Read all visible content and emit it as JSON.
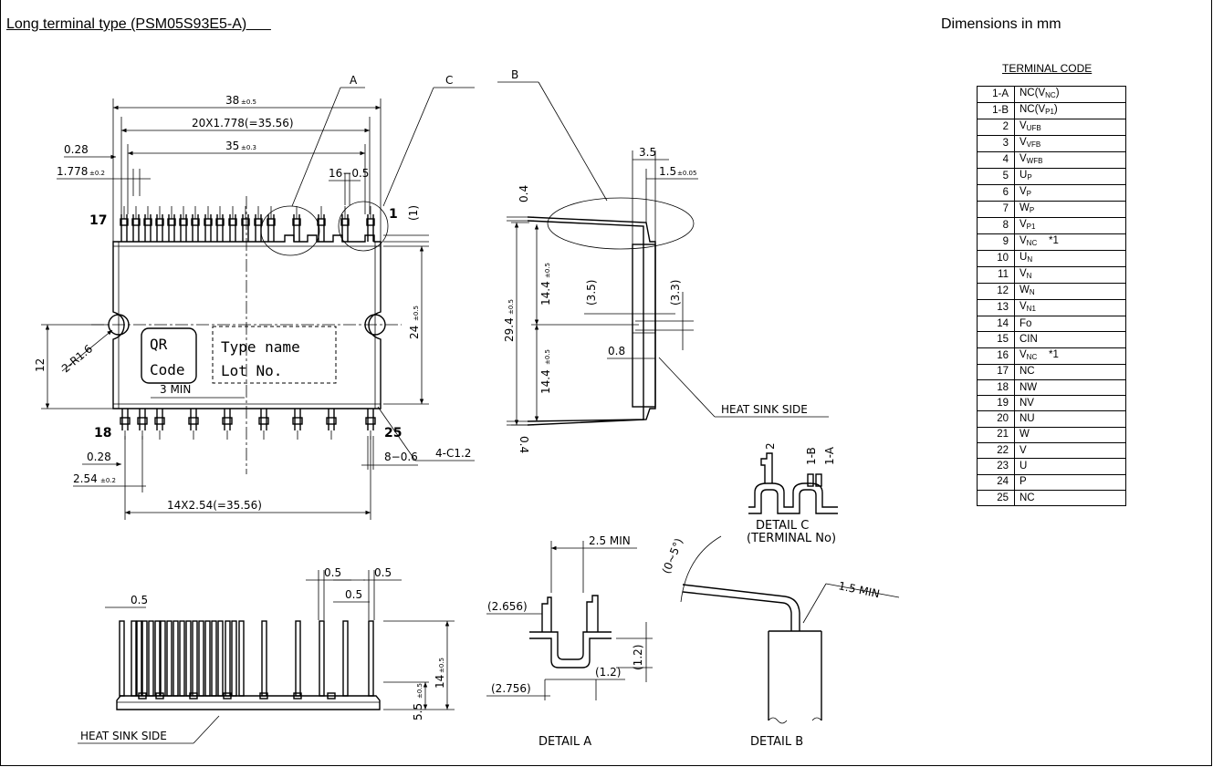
{
  "header": {
    "title": "Long terminal type (PSM05S93E5-A)      ",
    "units": "Dimensions in mm"
  },
  "terminal_code": {
    "title": "TERMINAL CODE",
    "rows": [
      {
        "no": "1-A",
        "base": "NC(V",
        "sub": "NC",
        "tail": ")"
      },
      {
        "no": "1-B",
        "base": "NC(V",
        "sub": "P1",
        "tail": ")"
      },
      {
        "no": "2",
        "base": "V",
        "sub": "UFB",
        "tail": ""
      },
      {
        "no": "3",
        "base": "V",
        "sub": "VFB",
        "tail": ""
      },
      {
        "no": "4",
        "base": "V",
        "sub": "WFB",
        "tail": ""
      },
      {
        "no": "5",
        "base": "U",
        "sub": "P",
        "tail": ""
      },
      {
        "no": "6",
        "base": "V",
        "sub": "P",
        "tail": ""
      },
      {
        "no": "7",
        "base": "W",
        "sub": "P",
        "tail": ""
      },
      {
        "no": "8",
        "base": "V",
        "sub": "P1",
        "tail": ""
      },
      {
        "no": "9",
        "base": "V",
        "sub": "NC",
        "tail": "    *1"
      },
      {
        "no": "10",
        "base": "U",
        "sub": "N",
        "tail": ""
      },
      {
        "no": "11",
        "base": "V",
        "sub": "N",
        "tail": ""
      },
      {
        "no": "12",
        "base": "W",
        "sub": "N",
        "tail": ""
      },
      {
        "no": "13",
        "base": "V",
        "sub": "N1",
        "tail": ""
      },
      {
        "no": "14",
        "base": "Fo",
        "sub": "",
        "tail": ""
      },
      {
        "no": "15",
        "base": "CIN",
        "sub": "",
        "tail": ""
      },
      {
        "no": "16",
        "base": "V",
        "sub": "NC",
        "tail": "    *1"
      },
      {
        "no": "17",
        "base": "NC",
        "sub": "",
        "tail": ""
      },
      {
        "no": "18",
        "base": "NW",
        "sub": "",
        "tail": ""
      },
      {
        "no": "19",
        "base": "NV",
        "sub": "",
        "tail": ""
      },
      {
        "no": "20",
        "base": "NU",
        "sub": "",
        "tail": ""
      },
      {
        "no": "21",
        "base": "W",
        "sub": "",
        "tail": ""
      },
      {
        "no": "22",
        "base": "V",
        "sub": "",
        "tail": ""
      },
      {
        "no": "23",
        "base": "U",
        "sub": "",
        "tail": ""
      },
      {
        "no": "24",
        "base": "P",
        "sub": "",
        "tail": ""
      },
      {
        "no": "25",
        "base": "NC",
        "sub": "",
        "tail": ""
      }
    ]
  },
  "top_view": {
    "dim_38": "38",
    "tol_38": "±0.5",
    "dim_pitch_top": "20X1.778(=35.56)",
    "dim_35": "35",
    "tol_35": "±0.3",
    "dim_028_top": "0.28",
    "dim_1778": "1.778",
    "tol_1778": "±0.2",
    "dim_16": "16−0.5",
    "dim_1": "(1)",
    "pin_17": "17",
    "pin_1": "1",
    "pin_18": "18",
    "pin_25": "25",
    "dim_24": "24",
    "tol_24": "±0.5",
    "dim_12": "12",
    "radius": "2-R1.6",
    "qr_line1": "QR",
    "qr_line2": "Code",
    "type_name": "Type name",
    "lot_no": "Lot No.",
    "dim_3min": "3 MIN",
    "dim_028_bot": "0.28",
    "dim_254": "2.54",
    "tol_254": "±0.2",
    "dim_pitch_bot": "14X2.54(=35.56)",
    "dim_08_06": "8−0.6",
    "chamfer": "4-C1.2",
    "callout_a": "A",
    "callout_c": "C"
  },
  "side_view": {
    "callout_b": "B",
    "dim_35": "3.5",
    "dim_15": "1.5",
    "tol_15": "±0.05",
    "dim_04_top": "0.4",
    "dim_294": "29.4",
    "tol_294": "±0.5",
    "dim_144_top": "14.4",
    "tol_144_top": "±0.5",
    "dim_144_bot": "14.4",
    "tol_144_bot": "±0.5",
    "dim_35p": "(3.5)",
    "dim_33p": "(3.3)",
    "dim_08": "0.8",
    "dim_04_bot": "0.4",
    "heat_sink": "HEAT SINK SIDE"
  },
  "front_view": {
    "dim_05_a": "0.5",
    "dim_05_b": "0.5",
    "dim_05_c": "0.5",
    "dim_05_d": "0.5",
    "dim_14": "14",
    "tol_14": "±0.5",
    "dim_55": "5.5",
    "tol_55": "±0.5",
    "heat_sink": "HEAT SINK SIDE"
  },
  "detail_a": {
    "dim_25min": "2.5 MIN",
    "dim_2656": "(2.656)",
    "dim_2756": "(2.756)",
    "dim_12h": "(1.2)",
    "dim_12v": "(1.2)",
    "label": "DETAIL A"
  },
  "detail_b": {
    "angle": "(0~5°)",
    "dim_15min": "1.5 MIN",
    "label": "DETAIL B"
  },
  "detail_c": {
    "pin_2": "2",
    "pin_1b": "1-B",
    "pin_1a": "1-A",
    "label": "DETAIL C",
    "sublabel": "(TERMINAL No)"
  }
}
